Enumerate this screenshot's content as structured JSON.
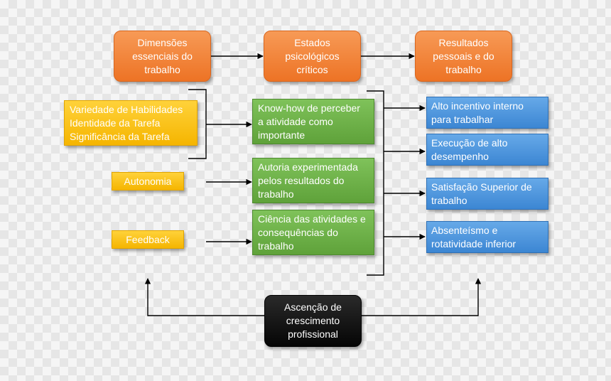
{
  "header": {
    "dimensoes": "Dimensões\nessenciais do\ntrabalho",
    "estados": "Estados\npsicológicos\ncríticos",
    "resultados": "Resultados\npessoais e do\ntrabalho"
  },
  "dimensions": {
    "skills": "Variedade de Habilidades\nIdentidade da Tarefa\nSignificância da Tarefa",
    "autonomy": "Autonomia",
    "feedback": "Feedback"
  },
  "states": {
    "knowhow": "Know-how de perceber\na atividade como\nimportante",
    "authorship": "Autoria experimentada\npelos resultados do\ntrabalho",
    "awareness": "Ciência das atividades  e\nconsequências do\ntrabalho"
  },
  "outcomes": {
    "motivation": "Alto incentivo interno\npara trabalhar",
    "performance": "Execução de alto\ndesempenho",
    "satisfaction": "Satisfação Superior de\ntrabalho",
    "absenteeism": "Absenteísmo e\nrotatividade inferior"
  },
  "growth": "Ascenção de\ncrescimento\nprofissional",
  "colors": {
    "orange": "#ed7325",
    "yellow": "#f5b500",
    "green": "#5fa23a",
    "blue": "#3c86d3",
    "black": "#050505"
  }
}
